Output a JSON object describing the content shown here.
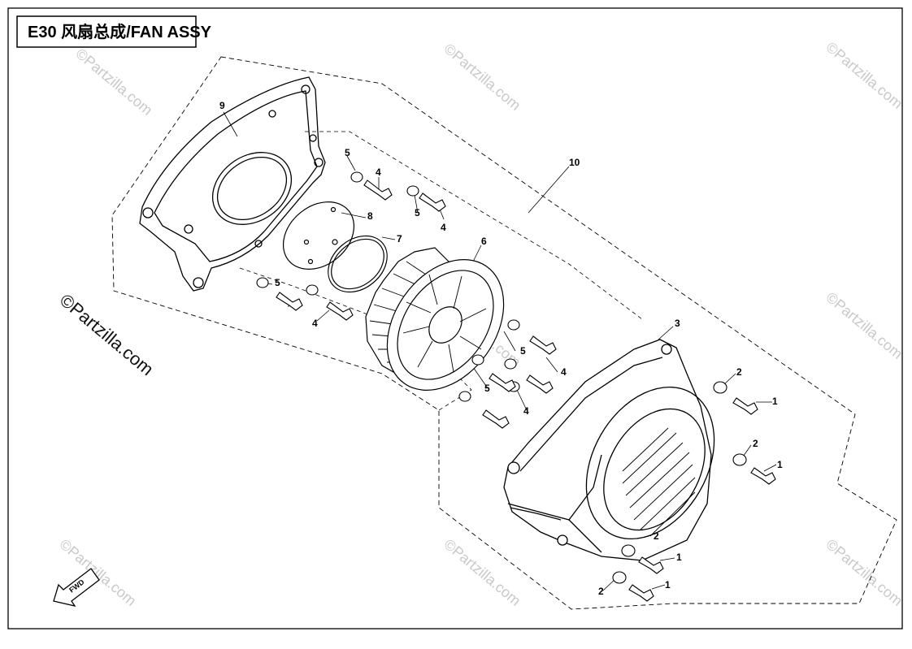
{
  "diagram": {
    "title": "E30 风扇总成/FAN ASSY",
    "watermark": "©Partzilla.com",
    "fwd_label": "FWD",
    "callouts": {
      "c1a": "1",
      "c1b": "1",
      "c1c": "1",
      "c1d": "1",
      "c2a": "2",
      "c2b": "2",
      "c2c": "2",
      "c2d": "2",
      "c3": "3",
      "c4a": "4",
      "c4b": "4",
      "c4c": "4",
      "c4d": "4",
      "c4e": "4",
      "c5a": "5",
      "c5b": "5",
      "c5c": "5",
      "c5d": "5",
      "c5e": "5",
      "c6": "6",
      "c7": "7",
      "c8": "8",
      "c9": "9",
      "c10": "10"
    }
  }
}
